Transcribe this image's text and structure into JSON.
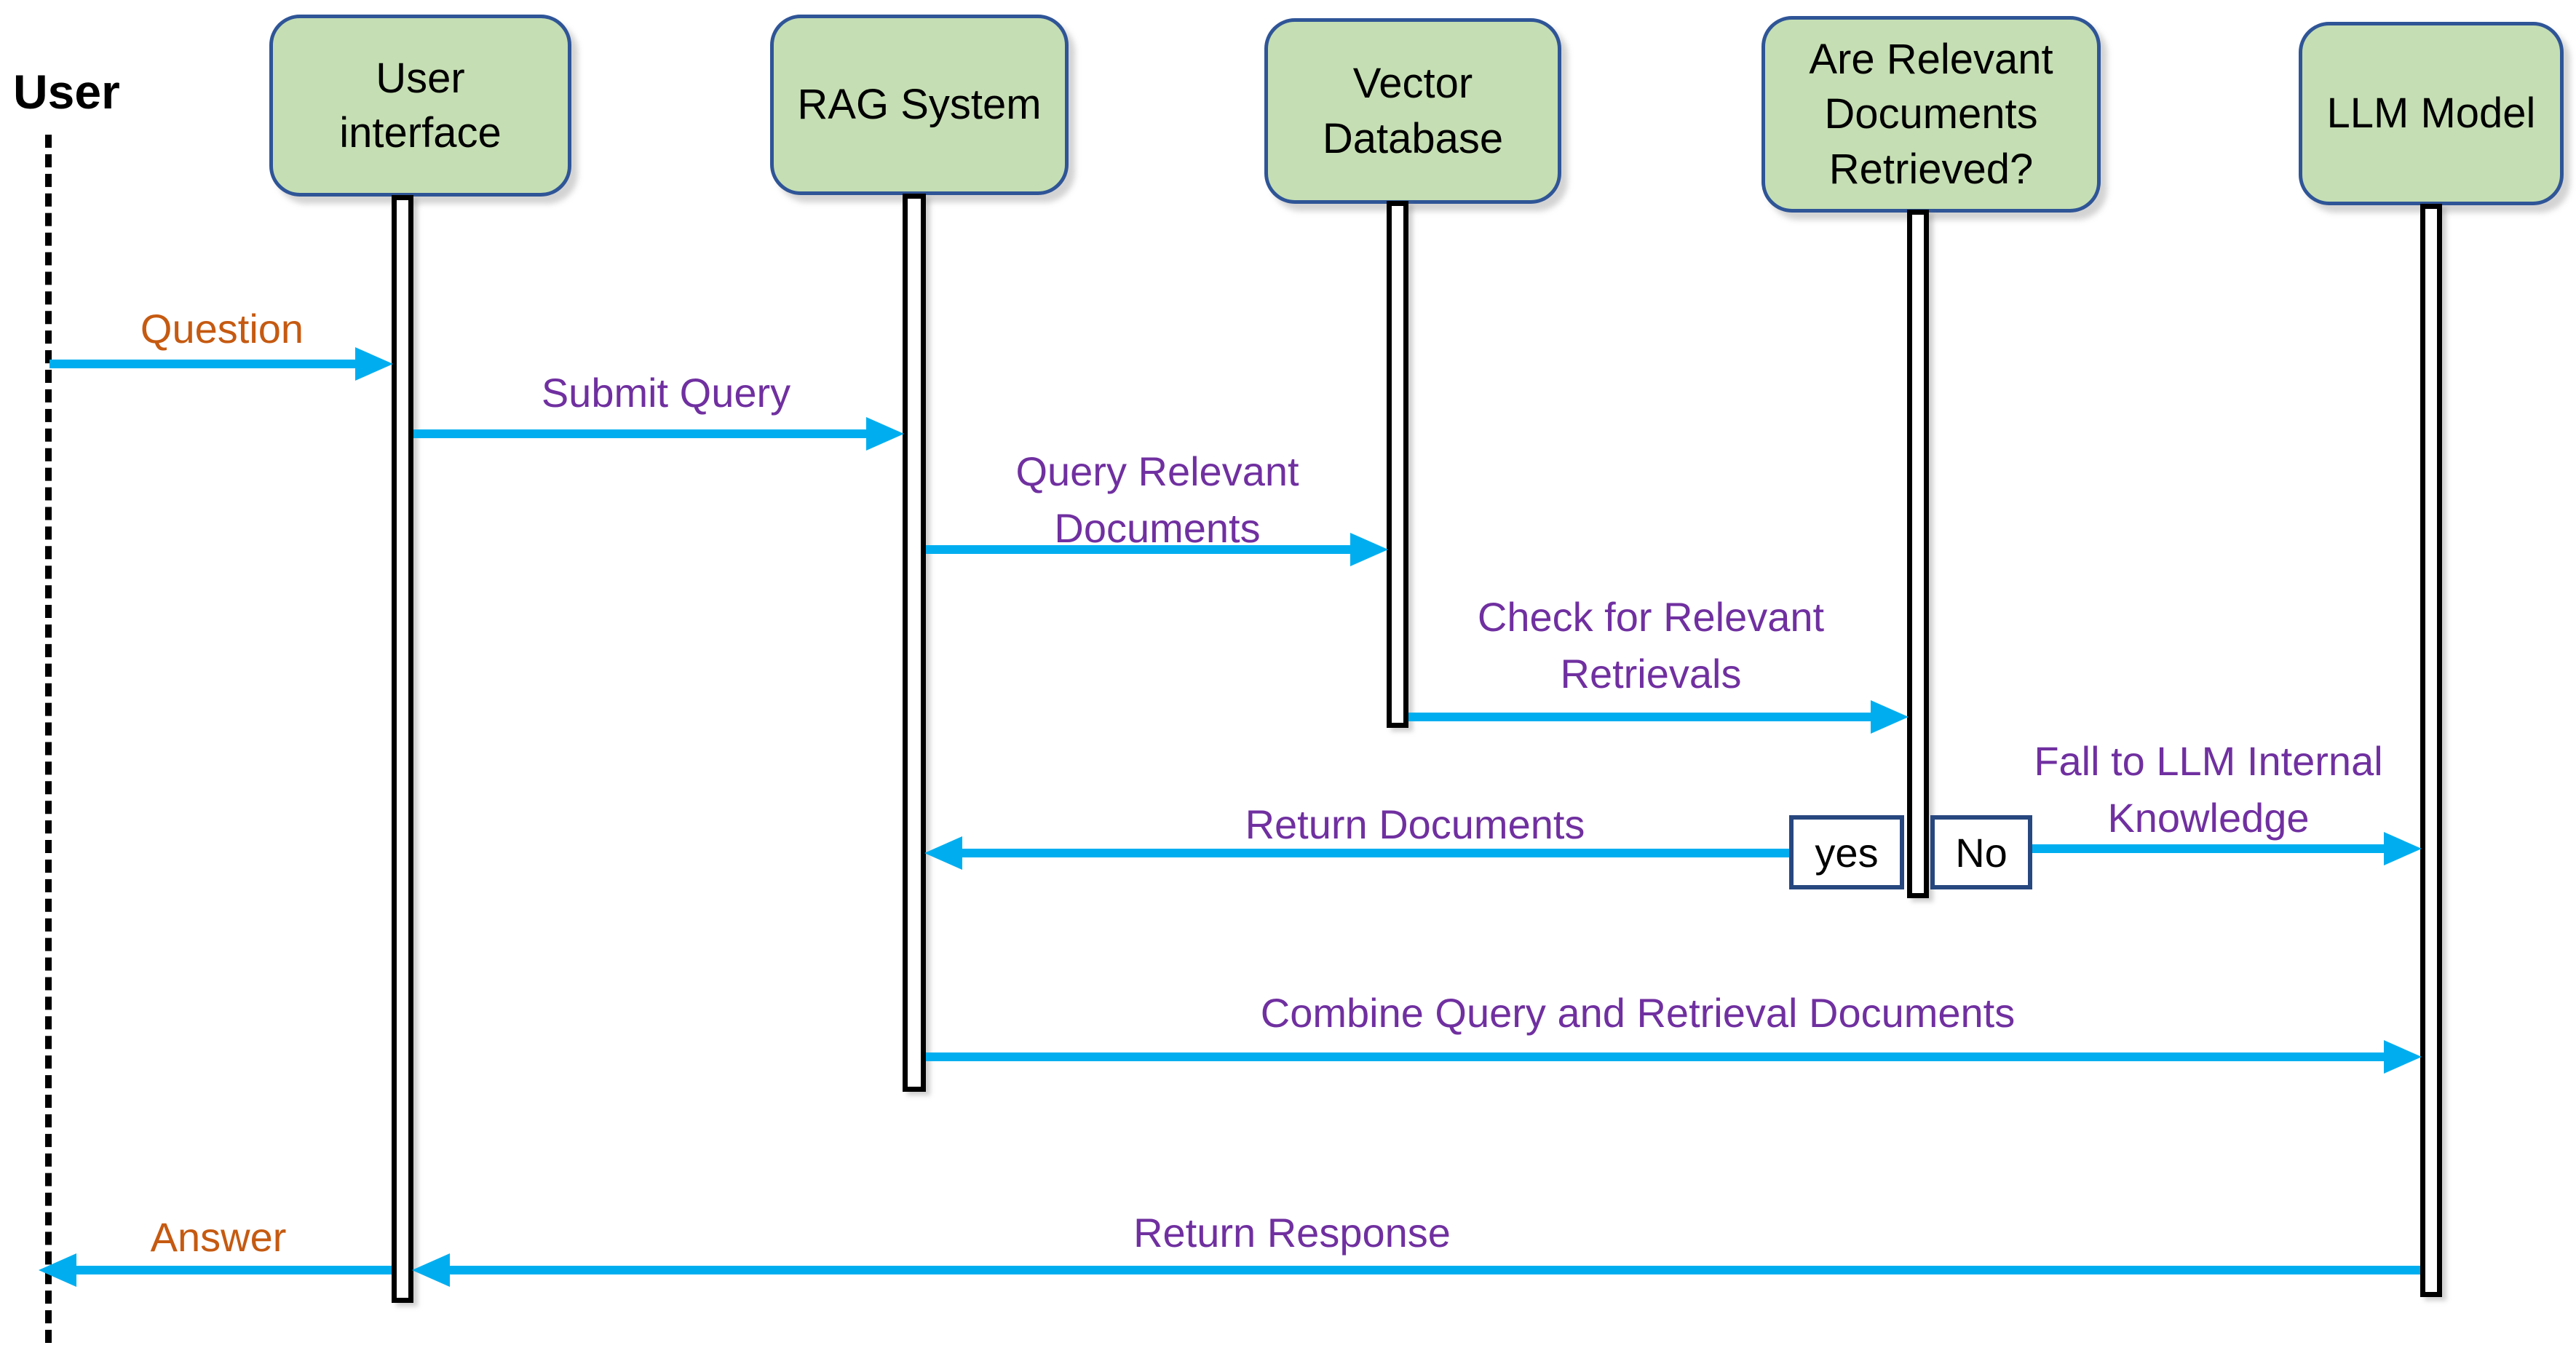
{
  "diagram": {
    "type": "sequence-diagram",
    "subject": "RAG System query flow",
    "background": "#ffffff"
  },
  "palette": {
    "actor_fill": "#c5deb3",
    "actor_border": "#2f5597",
    "actor_text": "#000000",
    "lifeline": "#000000",
    "activation_fill": "#ffffff",
    "activation_border": "#000000",
    "arrow": "#00aeef",
    "message_text": "#7030a0",
    "user_message_text": "#c55a11",
    "branch_border": "#27477f"
  },
  "actors": {
    "user": {
      "label": "User",
      "kind": "external-actor"
    },
    "ui": {
      "label": "User interface",
      "kind": "participant"
    },
    "rag": {
      "label": "RAG System",
      "kind": "participant"
    },
    "vectordb": {
      "label": "Vector Database",
      "kind": "participant"
    },
    "decision": {
      "label": "Are Relevant Documents Retrieved?",
      "kind": "participant"
    },
    "llm": {
      "label": "LLM Model",
      "kind": "participant"
    }
  },
  "branch": {
    "yes_label": "yes",
    "no_label": "No"
  },
  "messages": {
    "question": {
      "label": "Question",
      "from": "user",
      "to": "ui",
      "direction": "right"
    },
    "submit_query": {
      "label": "Submit Query",
      "from": "ui",
      "to": "rag",
      "direction": "right"
    },
    "query_relevant_documents": {
      "line1": "Query Relevant",
      "line2": "Documents",
      "from": "rag",
      "to": "vectordb",
      "direction": "right"
    },
    "check_for_relevant_retrievals": {
      "line1": "Check for Relevant",
      "line2": "Retrievals",
      "from": "vectordb",
      "to": "decision",
      "direction": "right"
    },
    "return_documents": {
      "label": "Return Documents",
      "from": "decision",
      "to": "rag",
      "direction": "left",
      "condition": "yes"
    },
    "fall_to_llm": {
      "line1": "Fall to LLM Internal",
      "line2": "Knowledge",
      "from": "decision",
      "to": "llm",
      "direction": "right",
      "condition": "No"
    },
    "combine": {
      "label": "Combine Query and Retrieval Documents",
      "from": "rag",
      "to": "llm",
      "direction": "right"
    },
    "return_response": {
      "label": "Return Response",
      "from": "llm",
      "to": "ui",
      "direction": "left"
    },
    "answer": {
      "label": "Answer",
      "from": "ui",
      "to": "user",
      "direction": "left"
    }
  }
}
